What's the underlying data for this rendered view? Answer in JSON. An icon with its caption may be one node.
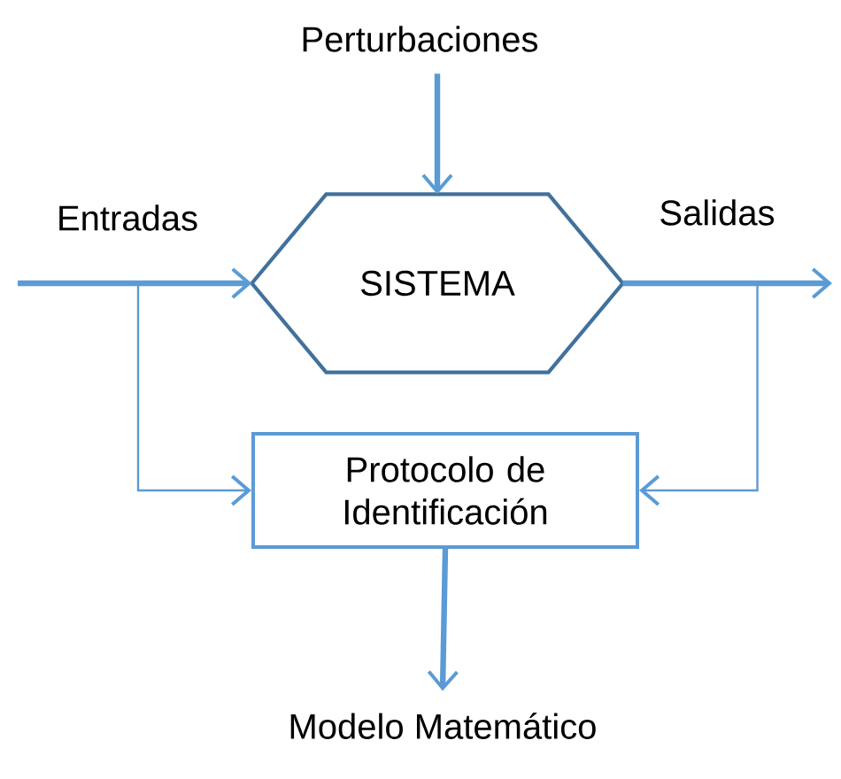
{
  "diagram": {
    "nodes": [
      {
        "text": [
          "Perturbaciones"
        ]
      },
      {
        "text": [
          "SISTEMA"
        ]
      },
      {
        "text": [
          "Protocolo de Identificación"
        ]
      },
      {
        "text": [
          "Modelo Matemático"
        ]
      }
    ],
    "edges": [
      {
        "from": 0,
        "to": 1,
        "arrow": "to"
      },
      {
        "from": null,
        "to": 1,
        "arrow": "to",
        "label": "Entradas"
      },
      {
        "from": 1,
        "to": null,
        "arrow": "to",
        "label": "Salidas"
      },
      {
        "from": null,
        "to": 2,
        "arrow": "to"
      },
      {
        "from": 1,
        "to": 2,
        "arrow": "to"
      },
      {
        "from": 2,
        "to": 3,
        "arrow": "to"
      }
    ]
  }
}
